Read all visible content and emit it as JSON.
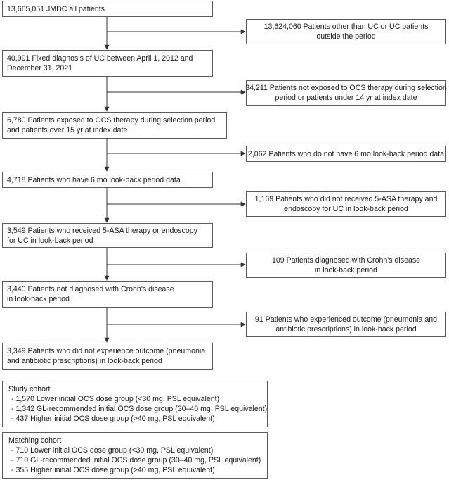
{
  "steps": [
    {
      "lines": [
        "13,665,051 JMDC all patients"
      ]
    },
    {
      "lines": [
        "40,991 Fixed diagnosis of UC between April 1, 2012 and",
        "December 31, 2021"
      ]
    },
    {
      "lines": [
        "6,780 Patients exposed to OCS therapy during selection period",
        "and patients over 15 yr at index date"
      ]
    },
    {
      "lines": [
        "4,718 Patients who have 6 mo look-back period data"
      ]
    },
    {
      "lines": [
        "3,549 Patients who received 5-ASA therapy or endoscopy",
        "for UC in look-back period"
      ]
    },
    {
      "lines": [
        "3,440 Patients not diagnosed with Crohn's disease",
        "in look-back period"
      ]
    },
    {
      "lines": [
        "3,349 Patients who did not experience outcome (pneumonia",
        "and antibiotic prescriptions) in look-back period"
      ]
    }
  ],
  "exclusions": [
    {
      "lines": [
        "13,624,060 Patients other than UC or UC patients",
        "outside the period"
      ]
    },
    {
      "lines": [
        "34,211 Patients not exposed to OCS therapy during selection",
        "period or patients under 14 yr at index date"
      ]
    },
    {
      "lines": [
        "2,062 Patients who do not have 6 mo look-back period data"
      ]
    },
    {
      "lines": [
        "1,169 Patients who did not received 5-ASA therapy and",
        "endoscopy for UC in look-back period"
      ]
    },
    {
      "lines": [
        "109 Patients diagnosed with Crohn's disease",
        "in look-back period"
      ]
    },
    {
      "lines": [
        "91 Patients who experienced outcome (pneumonia and",
        "antibiotic prescriptions) in look-back period"
      ]
    }
  ],
  "study_cohort": {
    "title": "Study cohort",
    "items": [
      "- 1,570 Lower initial OCS dose group (<30 mg, PSL equivalent)",
      "- 1,342 GL-recommended initial OCS dose group (30–40 mg, PSL equivalent)",
      "- 437 Higher initial OCS dose group (>40 mg, PSL equivalent)"
    ]
  },
  "matching_cohort": {
    "title": "Matching cohort",
    "items": [
      "- 710 Lower initial OCS dose group (<30 mg, PSL equivalent)",
      "- 710 GL-recommended initial OCS dose group (30–40 mg, PSL equivalent)",
      "- 355 Higher initial OCS dose group (>40 mg, PSL equivalent)"
    ]
  }
}
